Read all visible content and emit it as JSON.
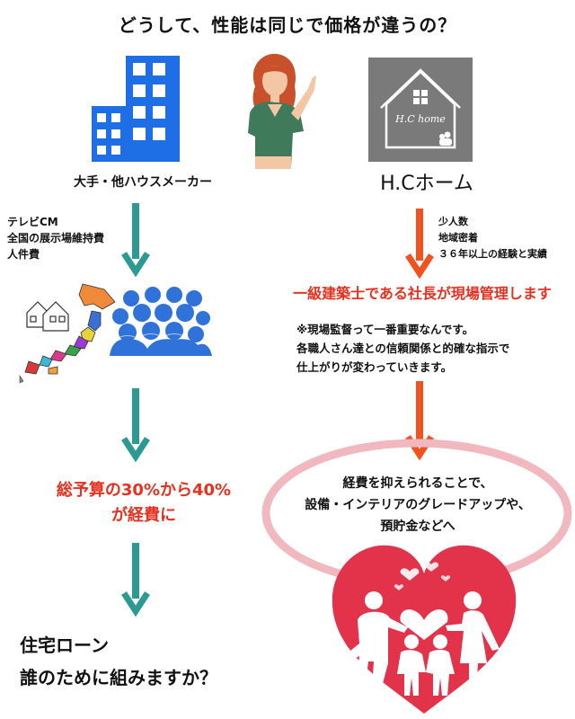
{
  "title": "どうして、性能は同じで価格が違うの？",
  "left": {
    "label": "大手・他ハウスメーカー",
    "costs": [
      "テレビCM",
      "全国の展示場維持費",
      "人件費"
    ],
    "budget_lines": [
      "総予算の30%から40%",
      "が経費に"
    ],
    "question_lines": [
      "住宅ローン",
      "誰のために組みますか？"
    ]
  },
  "right": {
    "label": "H.Cホーム",
    "logo_text": "H.C  home",
    "merits": [
      "少人数",
      "地域密着",
      "３６年以上の経験と実績"
    ],
    "headline": "一級建築士である社長が現場管理します",
    "note_lines": [
      "※現場監督って一番重要なんです。",
      "各職人さん達との信頼関係と的確な指示で",
      "仕上がりが変わっていきます。"
    ],
    "effect_lines": [
      "経費を抑えられることで、",
      "設備・インテリアのグレードアップや、",
      "預貯金などへ"
    ]
  },
  "colors": {
    "building_blue": "#1e6fe6",
    "crowd_blue": "#2f72d9",
    "teal_arrow": "#2a9a92",
    "orange_arrow": "#f2521e",
    "red_text": "#e8301f",
    "heart_red": "#e2334a",
    "ring_pink": "#f2b8bf",
    "logo_gray": "#7a7a7a"
  },
  "icons": [
    "building-icon",
    "woman-pointing-illustration",
    "house-logo",
    "japan-map-icon",
    "crowd-icon",
    "family-heart-icon"
  ]
}
